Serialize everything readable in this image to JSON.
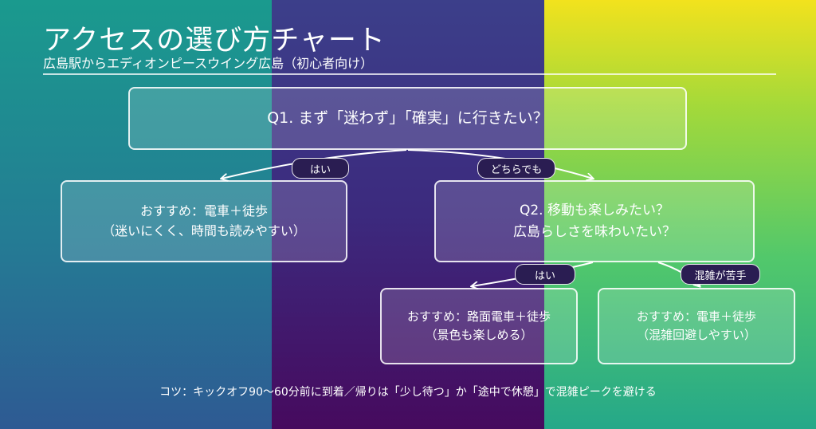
{
  "header": {
    "title": "アクセスの選び方チャート",
    "subtitle": "広島駅からエディオンピースウイング広島（初心者向け）"
  },
  "q1": {
    "text": "Q1. まず「迷わず」「確実」に行きたい？"
  },
  "branches": {
    "yes1": "はい",
    "either": "どちらでも",
    "yes2": "はい",
    "crowd": "混雑が苦手"
  },
  "rec_a": {
    "line1": "おすすめ：電車＋徒歩",
    "line2": "（迷いにくく、時間も読みやすい）"
  },
  "q2": {
    "line1": "Q2. 移動も楽しみたい？",
    "line2": "広島らしさを味わいたい？"
  },
  "rec_b": {
    "line1": "おすすめ：路面電車＋徒歩",
    "line2": "（景色も楽しめる）"
  },
  "rec_c": {
    "line1": "おすすめ：電車＋徒歩",
    "line2": "（混雑回避しやすい）"
  },
  "footer": {
    "tip": "コツ：キックオフ90〜60分前に到着／帰りは「少し待つ」か「途中で休憩」で混雑ピークを避ける"
  },
  "colors": {
    "left_panel": "#1f8a90",
    "middle_panel": "#3c2a7e",
    "right_panel": "#8fd44a",
    "tag_bg": "#2a1d52"
  }
}
